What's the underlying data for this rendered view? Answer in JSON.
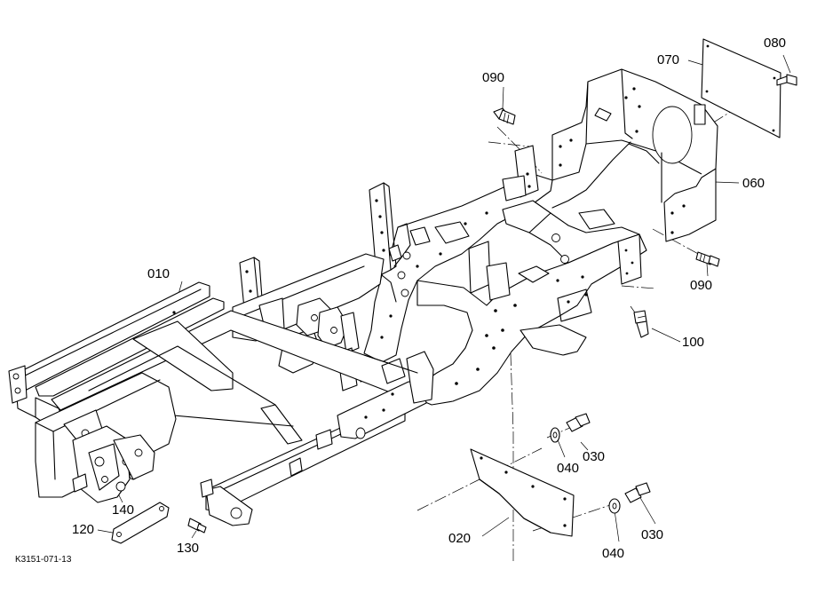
{
  "drawing_ref": "K3151-071-13",
  "callouts": {
    "p010": "010",
    "p020": "020",
    "p030a": "030",
    "p030b": "030",
    "p040a": "040",
    "p040b": "040",
    "p060": "060",
    "p070": "070",
    "p080": "080",
    "p090a": "090",
    "p090b": "090",
    "p100": "100",
    "p120": "120",
    "p130": "130",
    "p140": "140"
  }
}
